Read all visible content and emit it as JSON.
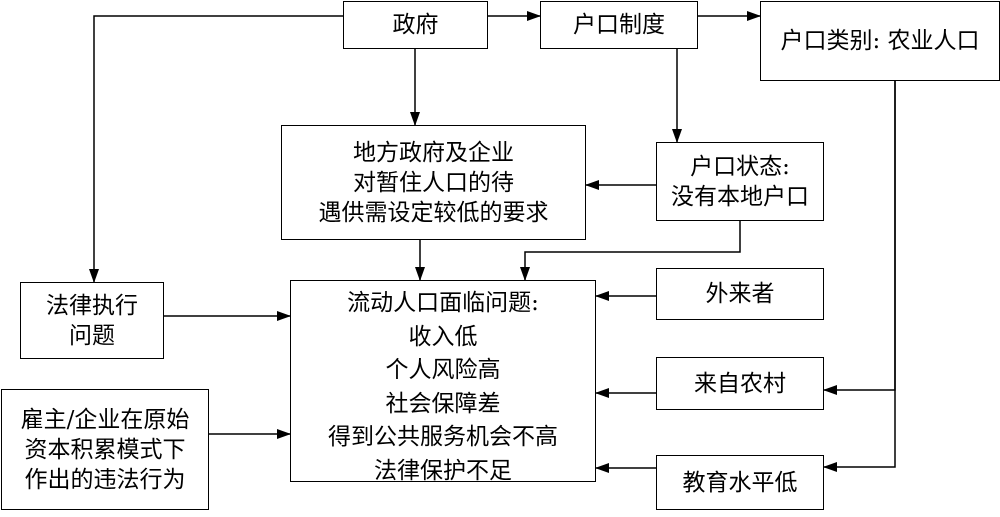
{
  "diagram": {
    "nodes": {
      "government": [
        "政府"
      ],
      "hukou_system": [
        "户口制度"
      ],
      "hukou_category": [
        "户口类别: 农业人口"
      ],
      "local_requirements": [
        "地方政府及企业",
        "对暂住人口的待",
        "遇供需设定较低的要求"
      ],
      "hukou_status": [
        "户口状态:",
        "没有本地户口"
      ],
      "law_enforcement": [
        "法律执行",
        "问题"
      ],
      "migrant_problems": [
        "流动人口面临问题:",
        "收入低",
        "个人风险高",
        "社会保障差",
        "得到公共服务机会不高",
        "法律保护不足"
      ],
      "outsider": [
        "外来者"
      ],
      "from_rural": [
        "来自农村"
      ],
      "low_education": [
        "教育水平低"
      ],
      "employer_violations": [
        "雇主/企业在原始",
        "资本积累模式下",
        "作出的违法行为"
      ]
    },
    "edges": [
      {
        "from": "government",
        "to": "hukou_system"
      },
      {
        "from": "hukou_system",
        "to": "hukou_category"
      },
      {
        "from": "government",
        "to": "local_requirements"
      },
      {
        "from": "hukou_system",
        "to": "hukou_status"
      },
      {
        "from": "government",
        "to": "law_enforcement"
      },
      {
        "from": "hukou_status",
        "to": "local_requirements"
      },
      {
        "from": "local_requirements",
        "to": "migrant_problems"
      },
      {
        "from": "hukou_status",
        "to": "migrant_problems"
      },
      {
        "from": "law_enforcement",
        "to": "migrant_problems"
      },
      {
        "from": "outsider",
        "to": "migrant_problems"
      },
      {
        "from": "hukou_category",
        "to": "from_rural"
      },
      {
        "from": "from_rural",
        "to": "migrant_problems"
      },
      {
        "from": "hukou_category",
        "to": "low_education"
      },
      {
        "from": "employer_violations",
        "to": "migrant_problems"
      },
      {
        "from": "low_education",
        "to": "migrant_problems"
      }
    ],
    "colors": {
      "stroke": "#000000",
      "fill": "#ffffff",
      "text": "#000000"
    }
  }
}
